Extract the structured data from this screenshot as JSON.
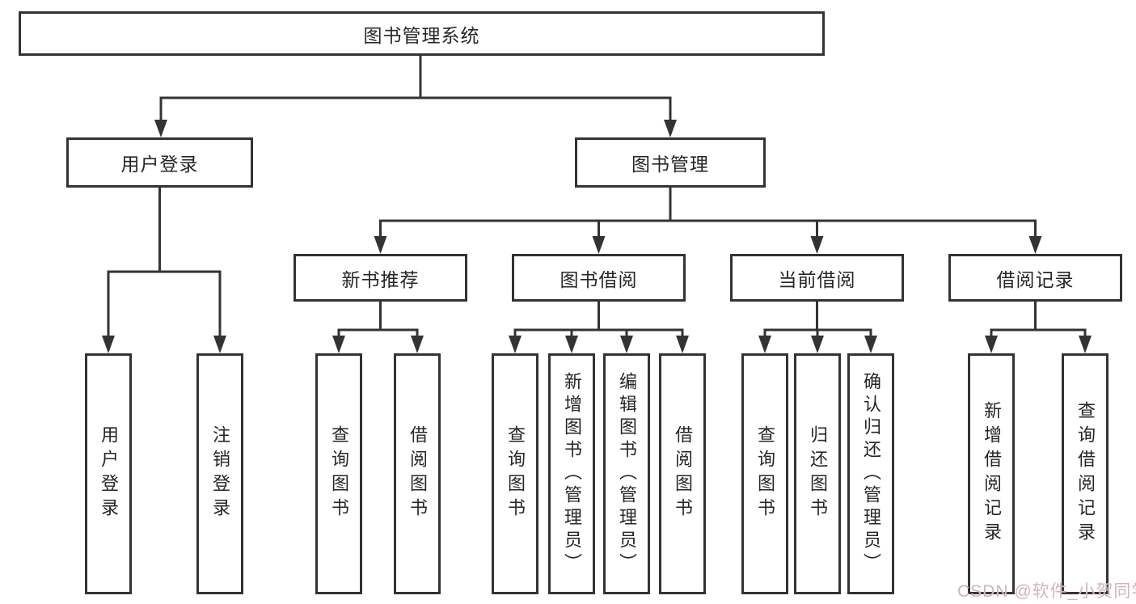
{
  "colors": {
    "line": "#333333",
    "text": "#262626",
    "background": "#ffffff",
    "watermark": "#d2b4b9"
  },
  "watermark": {
    "text": "CSDN @软件_小贺同学"
  },
  "diagram": {
    "type": "hierarchy-tree",
    "root": {
      "label": "图书管理系统",
      "children": [
        {
          "label": "用户登录",
          "children": [
            {
              "label": "用户登录"
            },
            {
              "label": "注销登录"
            }
          ]
        },
        {
          "label": "图书管理",
          "children": [
            {
              "label": "新书推荐",
              "children": [
                {
                  "label": "查询图书"
                },
                {
                  "label": "借阅图书"
                }
              ]
            },
            {
              "label": "图书借阅",
              "children": [
                {
                  "label": "查询图书"
                },
                {
                  "label": "新增图书（管理员）"
                },
                {
                  "label": "编辑图书（管理员）"
                },
                {
                  "label": "借阅图书"
                }
              ]
            },
            {
              "label": "当前借阅",
              "children": [
                {
                  "label": "查询图书"
                },
                {
                  "label": "归还图书"
                },
                {
                  "label": "确认归还（管理员）"
                }
              ]
            },
            {
              "label": "借阅记录",
              "children": [
                {
                  "label": "新增借阅记录"
                },
                {
                  "label": "查询借阅记录"
                }
              ]
            }
          ]
        }
      ]
    }
  }
}
